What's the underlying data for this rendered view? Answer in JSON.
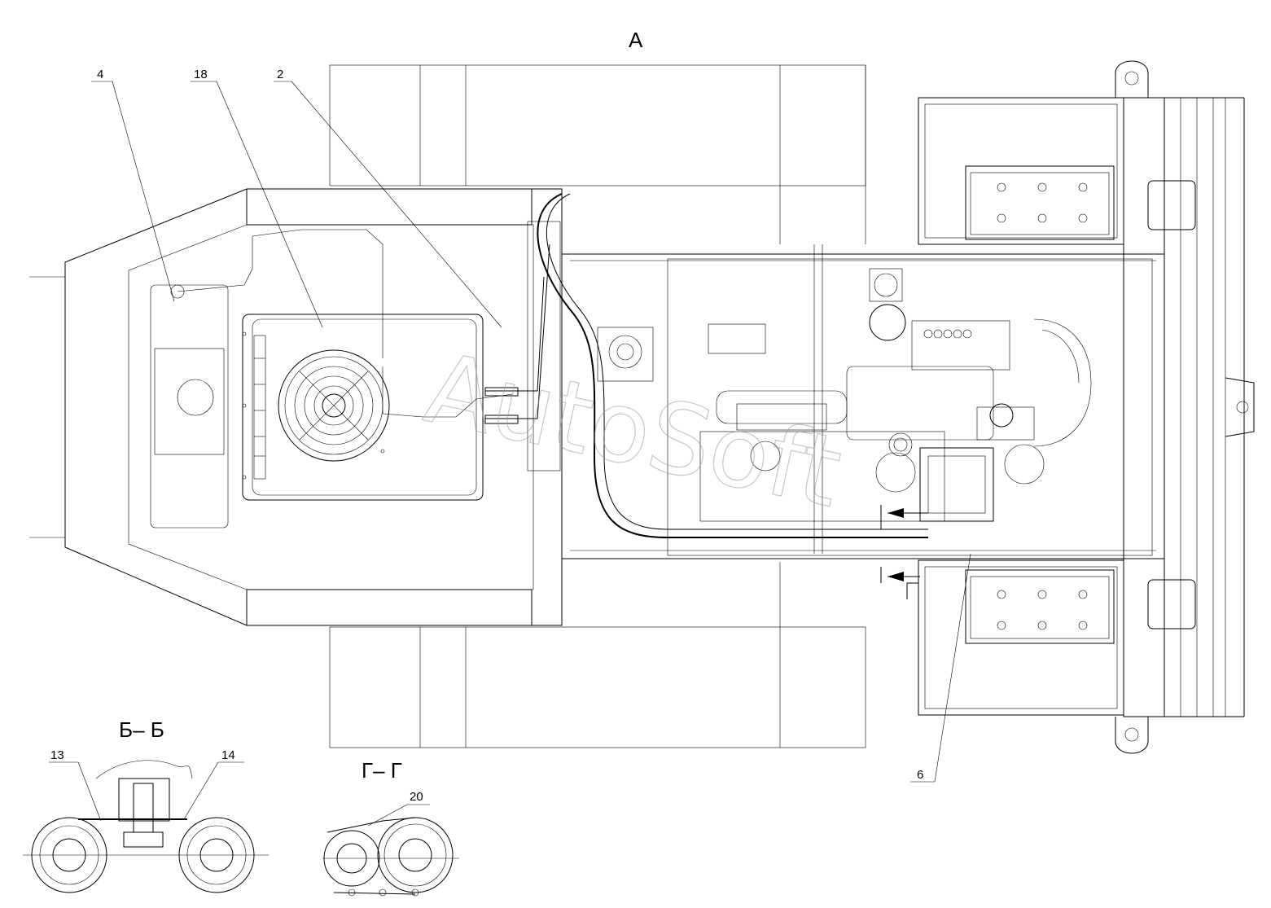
{
  "view_label": "А",
  "section_bb": "Б– Б",
  "section_gg": "Г– Г",
  "watermark": "AutoSoft",
  "callouts": {
    "c4": "4",
    "c18": "18",
    "c2": "2",
    "c6": "6",
    "c13": "13",
    "c14": "14",
    "c20": "20"
  }
}
